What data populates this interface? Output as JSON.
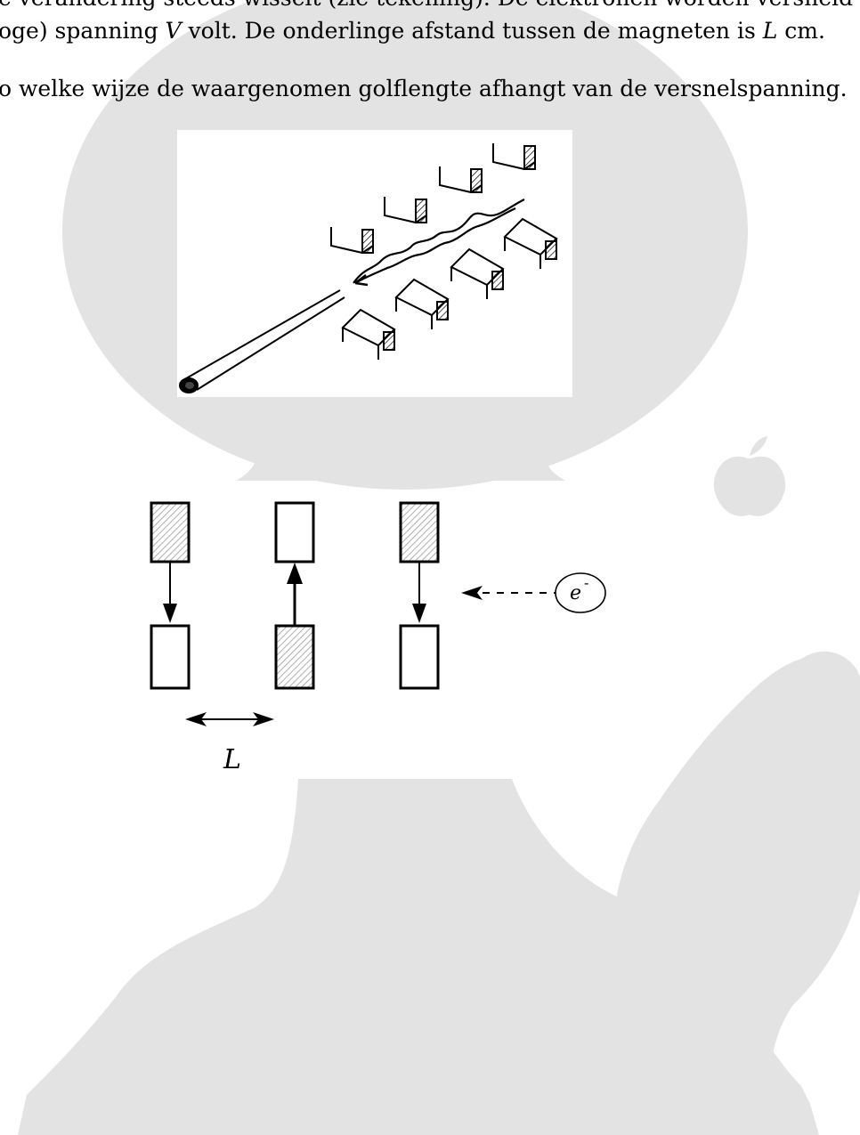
{
  "text": {
    "line1_cut": "e verandering steeds wisselt (zie tekening). De elektronen worden versneld",
    "line2_a": "oge) spanning ",
    "line2_v": "V",
    "line2_b": " volt. De onderlinge afstand tussen de magneten is ",
    "line2_l": "L",
    "line2_c": " cm.",
    "line3": "o welke wijze de waargenomen golflengte afhangt van de versnelspanning."
  },
  "diagram": {
    "length_label": "L",
    "electron_label": "e",
    "electron_sup": "-"
  },
  "colors": {
    "watermark": "#e3e3e3",
    "ink": "#000000"
  }
}
